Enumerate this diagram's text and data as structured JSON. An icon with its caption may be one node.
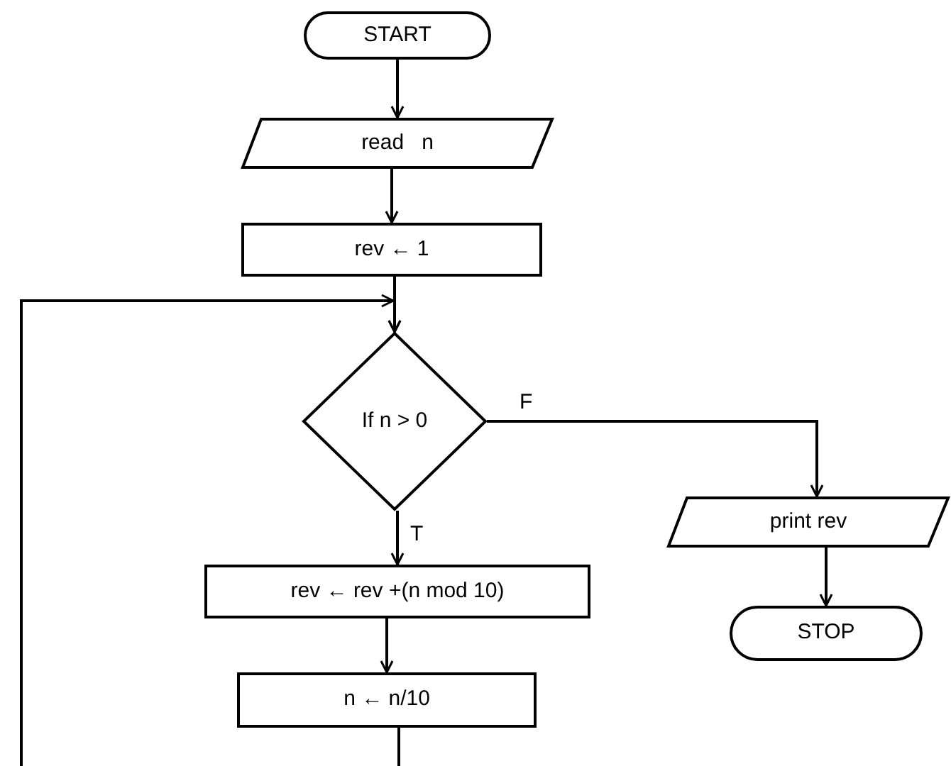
{
  "diagram": {
    "nodes": [
      {
        "text": [
          "START"
        ]
      },
      {
        "text": [
          "read   n"
        ]
      },
      {
        "text": [
          "rev ← 1"
        ]
      },
      {
        "text": [
          "If n > 0"
        ]
      },
      {
        "text": [
          "print rev"
        ]
      },
      {
        "text": [
          "STOP"
        ]
      },
      {
        "text": [
          "rev ← rev +(n mod 10)"
        ]
      },
      {
        "text": [
          "n ← n/10"
        ]
      }
    ],
    "edges": [
      {
        "from": 0,
        "to": 1,
        "arrow": "to"
      },
      {
        "from": 1,
        "to": 2,
        "arrow": "to"
      },
      {
        "from": 2,
        "to": 3,
        "arrow": "to"
      },
      {
        "from": 3,
        "to": 4,
        "arrow": "to",
        "label": "F"
      },
      {
        "from": 4,
        "to": 5,
        "arrow": "to"
      },
      {
        "from": 3,
        "to": 6,
        "arrow": "to",
        "label": "T"
      },
      {
        "from": 6,
        "to": 7,
        "arrow": "to"
      },
      {
        "from": 7,
        "to": 3,
        "arrow": "to"
      }
    ]
  }
}
